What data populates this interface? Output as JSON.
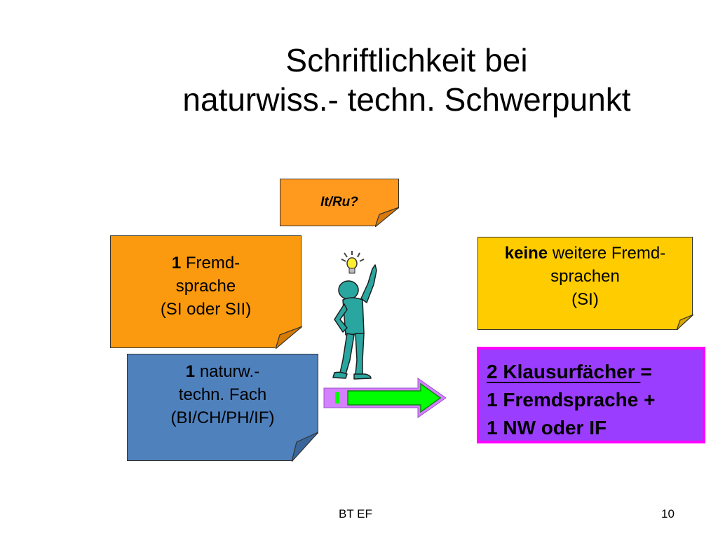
{
  "slide": {
    "title_line1": "Schriftlichkeit bei",
    "title_line2": "naturwiss.- techn. Schwerpunkt"
  },
  "notes": {
    "itru": "It/Ru?",
    "fremd": {
      "bold": "1",
      "line1": " Fremd-",
      "line2": "sprache",
      "line3": "(SI oder SII)"
    },
    "keine": {
      "bold": "keine",
      "line1": " weitere Fremd-",
      "line2": "sprachen",
      "line3": "(SI)"
    },
    "nat": {
      "bold": "1",
      "line1": " naturw.-",
      "line2": "techn. Fach",
      "line3": "(BI/CH/PH/IF)"
    }
  },
  "result": {
    "line1_u": "2 Klausurfächer ",
    "line1_rest": "=",
    "line2": "1 Fremdsprache +",
    "line3": "1  NW oder IF"
  },
  "footer": {
    "left": "BT EF",
    "page": "10"
  },
  "icons": [
    "lightbulb-icon",
    "thinking-person-icon",
    "arrow-right-icon"
  ],
  "colors": {
    "orange": "#fb9a0e",
    "yellow": "#ffcc00",
    "blue": "#4f81bd",
    "purple": "#9b3dff",
    "magenta": "#ff00ff",
    "teal": "#2aa6a0",
    "arrow_green": "#00ff00",
    "arrow_violet": "#d580ff"
  }
}
